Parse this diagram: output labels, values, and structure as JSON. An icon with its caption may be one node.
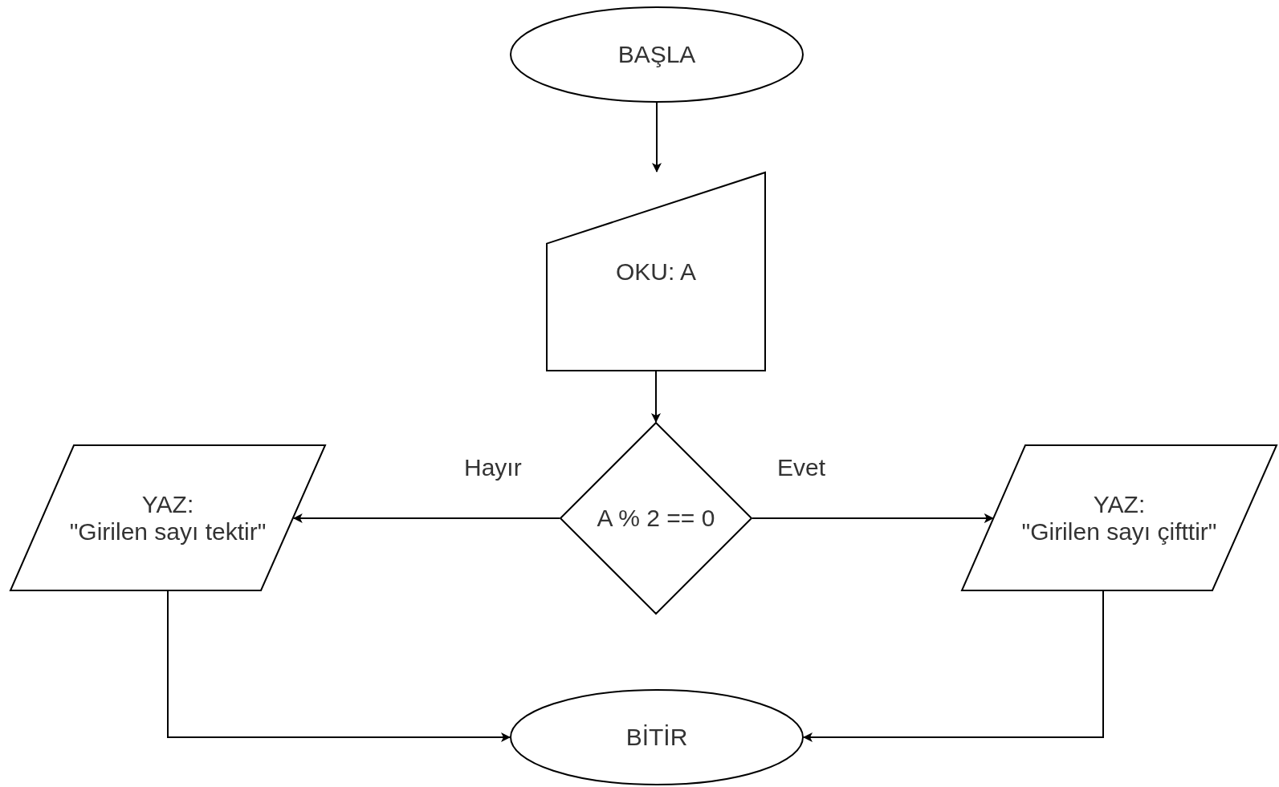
{
  "diagram": {
    "nodes": [
      {
        "text": [
          "BAŞLA"
        ]
      },
      {
        "text": [
          "OKU: A"
        ]
      },
      {
        "text": [
          "A % 2 == 0"
        ]
      },
      {
        "text": [
          "YAZ:",
          "\"Girilen sayı tektir\""
        ]
      },
      {
        "text": [
          "YAZ:",
          "\"Girilen sayı çifttir\""
        ]
      },
      {
        "text": [
          "BİTİR"
        ]
      }
    ],
    "edges": [
      {
        "from": 0,
        "to": 1,
        "arrow": "to"
      },
      {
        "from": 1,
        "to": 2,
        "arrow": "to"
      },
      {
        "from": 2,
        "to": 3,
        "arrow": "to",
        "label": "Hayır"
      },
      {
        "from": 2,
        "to": 4,
        "arrow": "to",
        "label": "Evet"
      },
      {
        "from": 3,
        "to": 5,
        "arrow": "to"
      },
      {
        "from": 4,
        "to": 5,
        "arrow": "to"
      }
    ]
  }
}
